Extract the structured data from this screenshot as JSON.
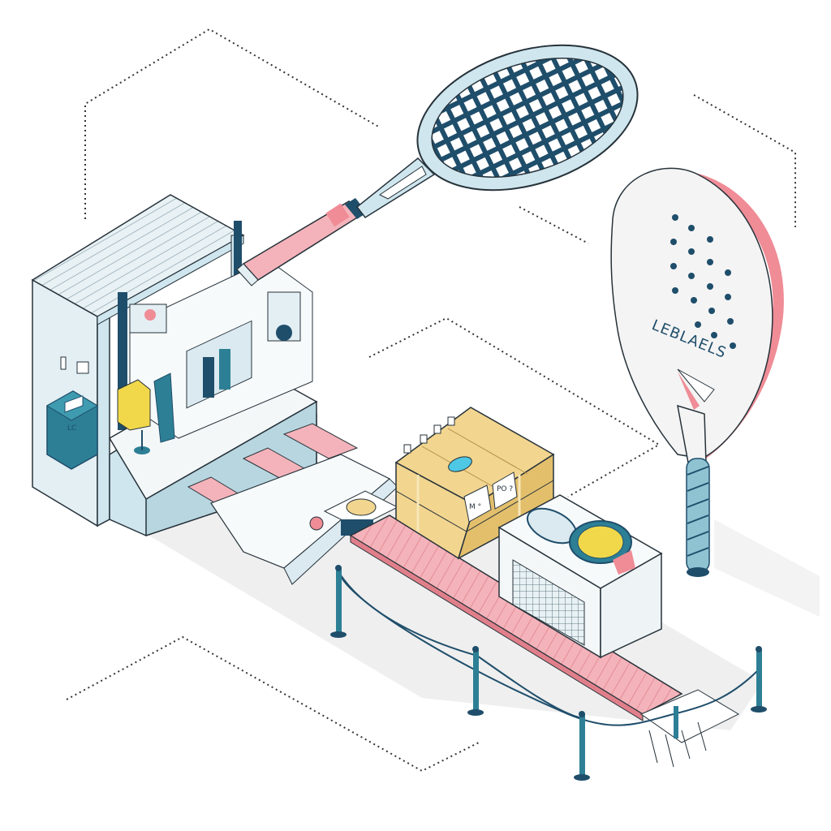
{
  "scene": {
    "title": "Isometric racket manufacturing and packaging line",
    "palette": {
      "navy": "#1f4e6b",
      "teal": "#2d7f95",
      "light_blue": "#cfe6ee",
      "pale_blue": "#e3eff3",
      "pink": "#ef8c96",
      "pink_light": "#f4b3ba",
      "cardboard": "#f2d58f",
      "cardboard_dark": "#e3bf6c",
      "yellow": "#f1d84b",
      "floor_shadow": "#ececec",
      "outline": "#26323a"
    }
  },
  "tennis_racket": {
    "label": "tennis racket",
    "string_rows": 10,
    "string_cols": 14
  },
  "padel_racket": {
    "label": "padel racket",
    "brand_text": "LEBLAELS",
    "hole_rows": [
      3,
      4,
      4,
      4,
      3
    ],
    "grip_wraps": 6
  },
  "machine": {
    "label": "stringing and assembly machine",
    "panel_icons": [
      "button-icon",
      "vent-icon"
    ],
    "control_box_label": "LC"
  },
  "box": {
    "label": "cardboard shipping box",
    "sticker_left": "M °",
    "sticker_right": "PO ?"
  },
  "crate": {
    "label": "packing crate with rackets and accessories"
  },
  "conveyor": {
    "label": "pink conveyor belt"
  },
  "barrier": {
    "label": "stanchion rope barrier",
    "posts": 5
  }
}
